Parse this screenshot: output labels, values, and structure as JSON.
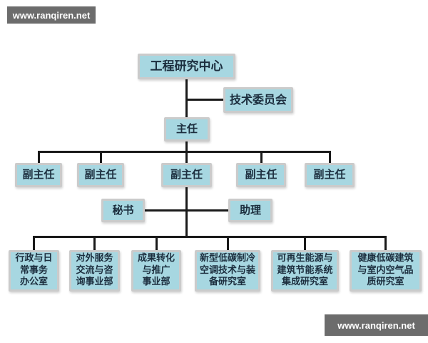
{
  "watermark": {
    "text": "www.ranqiren.net"
  },
  "colors": {
    "node_fill": "#a7d7e1",
    "node_border": "#cbcbcb",
    "node_text": "#1c2e3e",
    "connector_line": "#1a1a1a",
    "watermark_bg": "#6c6c6c",
    "watermark_text": "#ffffff",
    "background": "#ffffff"
  },
  "org": {
    "type": "org-chart",
    "center": "工程研究中心",
    "committee": "技术委员会",
    "director": "主任",
    "deputy": "副主任",
    "secretary": "秘书",
    "assistant": "助理",
    "departments": [
      {
        "label": "行政与日\n常事务\n办公室"
      },
      {
        "label": "对外服务\n交流与咨\n询事业部"
      },
      {
        "label": "成果转化\n与推广\n事业部"
      },
      {
        "label": "新型低碳制冷\n空调技术与装\n备研究室"
      },
      {
        "label": "可再生能源与\n建筑节能系统\n集成研究室"
      },
      {
        "label": "健康低碳建筑\n与室内空气品\n质研究室"
      }
    ]
  }
}
